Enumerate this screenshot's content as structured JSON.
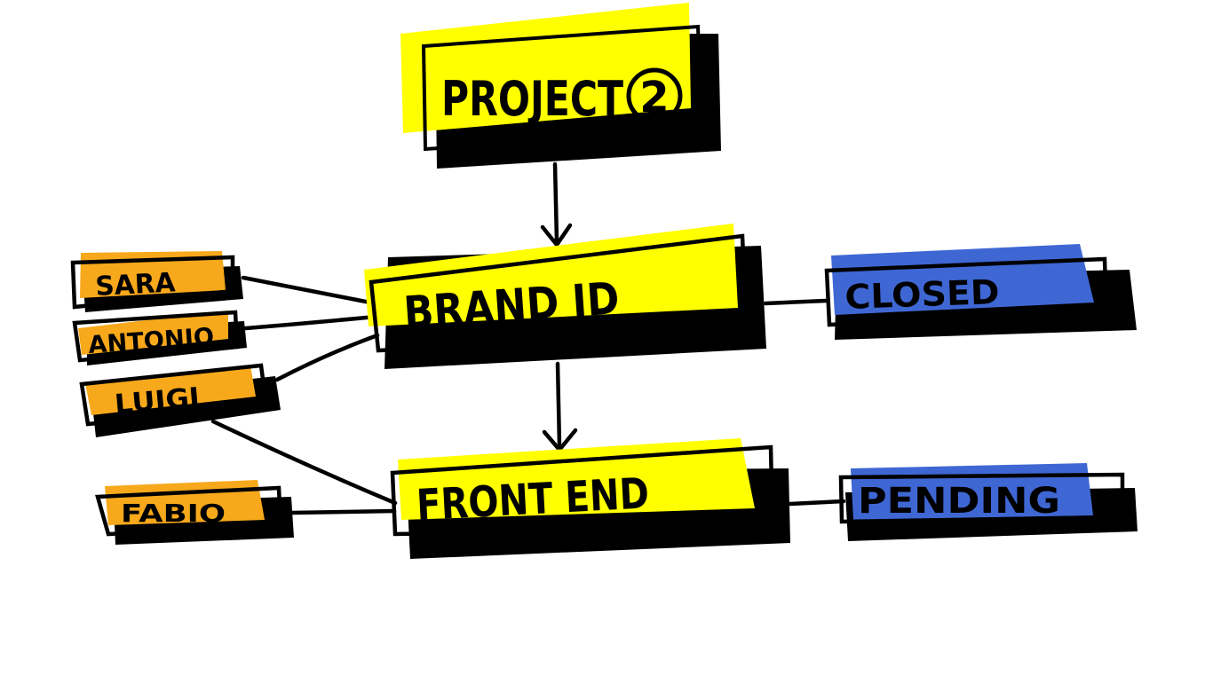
{
  "project": {
    "title": "PROJECT",
    "number": "2"
  },
  "tasks": [
    {
      "id": "brand",
      "label": "BRAND ID"
    },
    {
      "id": "frontend",
      "label": "FRONT END"
    }
  ],
  "statuses": [
    {
      "task": "brand",
      "label": "CLOSED"
    },
    {
      "task": "frontend",
      "label": "PENDING"
    }
  ],
  "people": [
    {
      "name": "SARA",
      "task": "brand"
    },
    {
      "name": "ANTONIO",
      "task": "brand"
    },
    {
      "name": "LUIGI",
      "task": "brand"
    },
    {
      "name": "FABIO",
      "task": "frontend"
    }
  ],
  "colors": {
    "project_highlight": "#ffff00",
    "task_highlight": "#ffff00",
    "person_highlight": "#f7a81b",
    "status_highlight": "#3f67d4",
    "shadow": "#000000",
    "ink": "#000000",
    "background": "#ffffff"
  }
}
